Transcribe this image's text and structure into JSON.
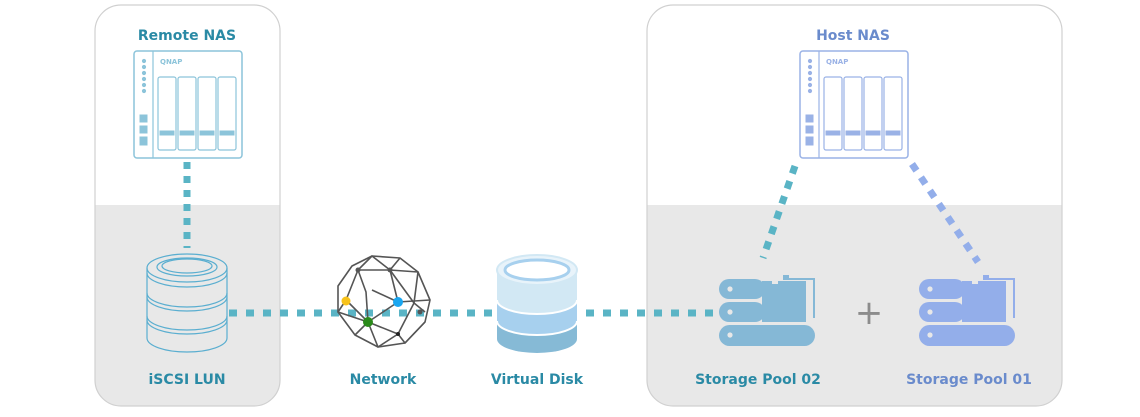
{
  "colors": {
    "link": "#5ab4c5",
    "remote_text": "#2a8aa5",
    "host_text": "#6a8bcc",
    "host_nas": "#8aa6e0",
    "pool02": "#85b8d6",
    "pool01": "#93aeea",
    "panel_gray": "#e8e8e8"
  },
  "remote": {
    "title": "Remote NAS",
    "nas_brand": "QNAP",
    "lun_label": "iSCSI LUN"
  },
  "network": {
    "label": "Network"
  },
  "virtual_disk": {
    "label": "Virtual Disk"
  },
  "host": {
    "title": "Host NAS",
    "nas_brand": "QNAP",
    "pool02_label": "Storage Pool 02",
    "pool01_label": "Storage Pool 01",
    "plus": "+"
  }
}
